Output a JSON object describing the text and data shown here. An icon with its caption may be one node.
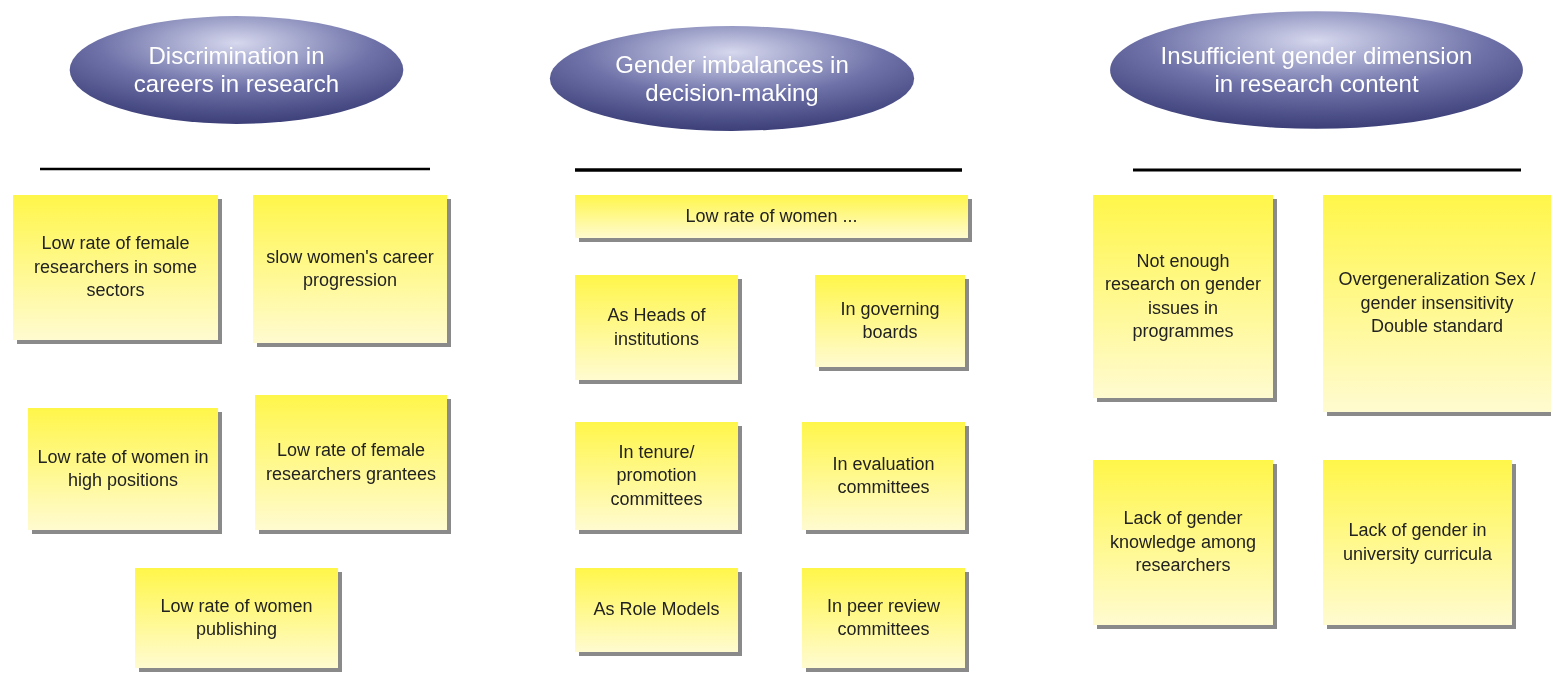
{
  "diagram": {
    "nodes": [
      {
        "text": [
          "Discrimination in careers in research"
        ]
      },
      {
        "text": [
          "Gender imbalances in decision-making"
        ]
      },
      {
        "text": [
          "Insufficient gender dimension in research content"
        ]
      },
      {
        "text": [
          "Low rate of female researchers in some sectors"
        ]
      },
      {
        "text": [
          "slow women's career progression"
        ]
      },
      {
        "text": [
          "Low rate of women in high positions"
        ]
      },
      {
        "text": [
          "Low rate of female researchers grantees"
        ]
      },
      {
        "text": [
          "Low rate of women publishing"
        ]
      },
      {
        "text": [
          "Low rate of women ..."
        ]
      },
      {
        "text": [
          "As Heads of institutions"
        ]
      },
      {
        "text": [
          "In governing boards"
        ]
      },
      {
        "text": [
          "In tenure/ promotion committees"
        ]
      },
      {
        "text": [
          "In evaluation committees"
        ]
      },
      {
        "text": [
          "As Role Models"
        ]
      },
      {
        "text": [
          "In peer review committees"
        ]
      },
      {
        "text": [
          "Not enough research on gender issues in programmes"
        ]
      },
      {
        "text": [
          "Overgeneralization Sex / gender insensitivity Double standard"
        ]
      },
      {
        "text": [
          "Lack of gender knowledge among researchers"
        ]
      },
      {
        "text": [
          "Lack of gender in university curricula"
        ]
      }
    ]
  }
}
